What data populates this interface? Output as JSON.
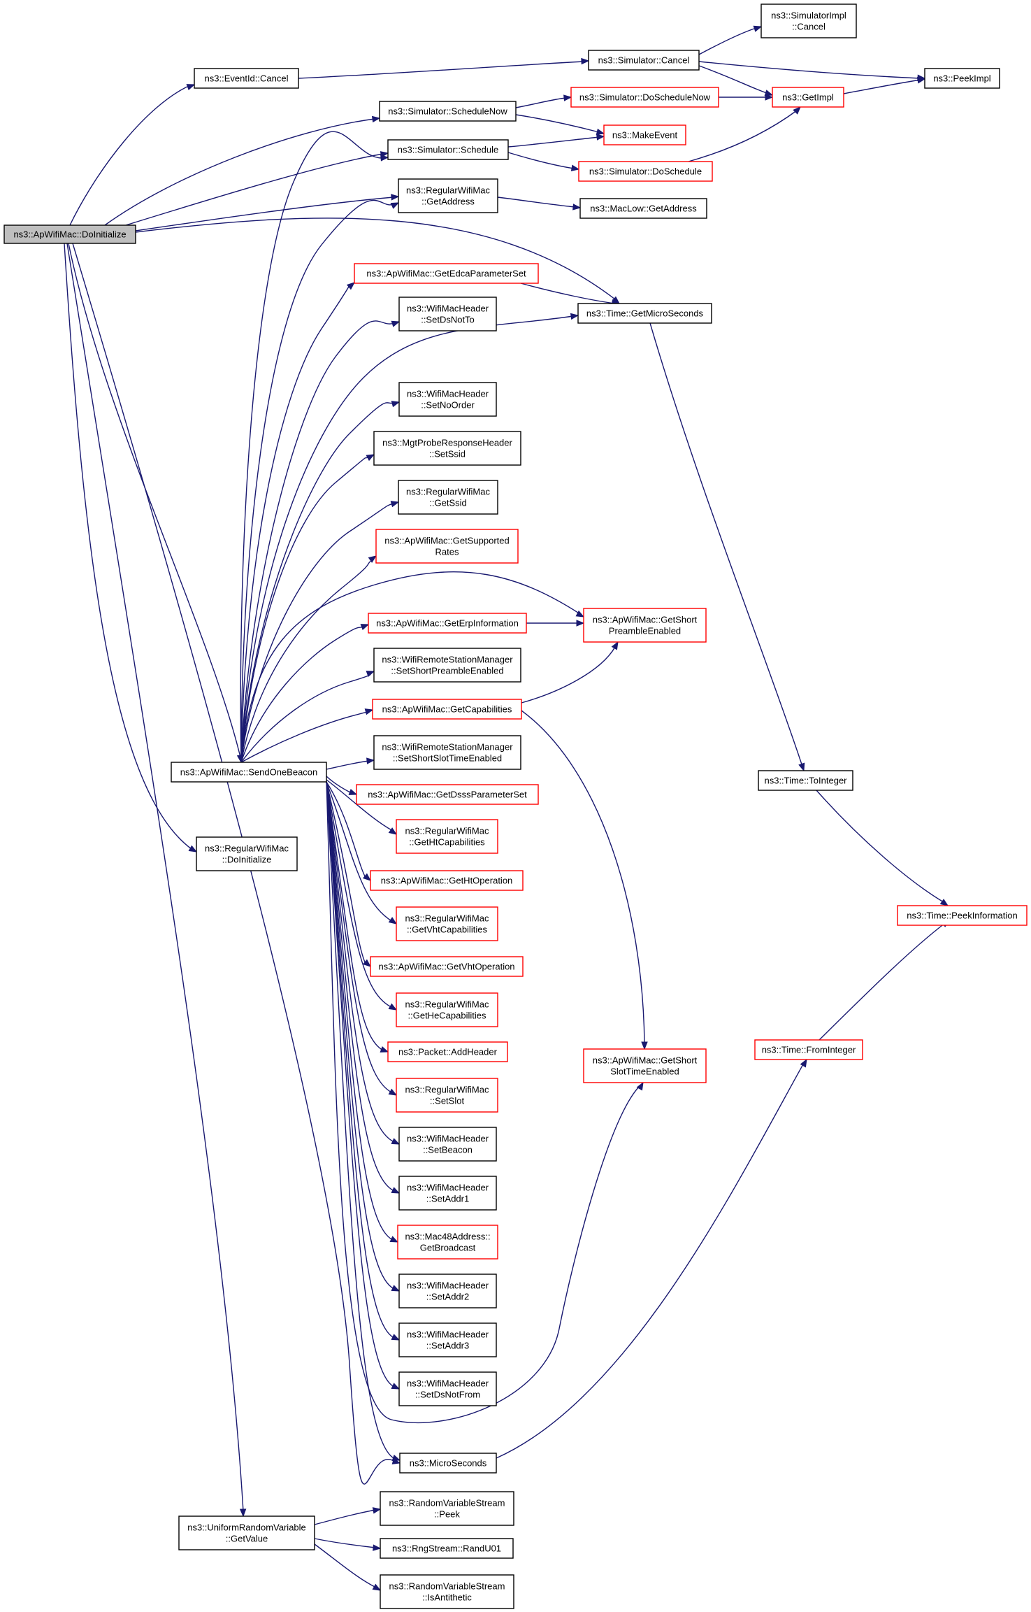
{
  "nodes": {
    "root": {
      "lines": [
        "ns3::ApWifiMac::DoInitialize"
      ],
      "style": "root"
    },
    "eventid_cancel": {
      "lines": [
        "ns3::EventId::Cancel"
      ],
      "style": "black"
    },
    "sim_schedulenow": {
      "lines": [
        "ns3::Simulator::ScheduleNow"
      ],
      "style": "black"
    },
    "sim_schedule": {
      "lines": [
        "ns3::Simulator::Schedule"
      ],
      "style": "black"
    },
    "rwm_getaddress": {
      "lines": [
        "ns3::RegularWifiMac",
        "::GetAddress"
      ],
      "style": "black"
    },
    "sendonebeacon": {
      "lines": [
        "ns3::ApWifiMac::SendOneBeacon"
      ],
      "style": "black"
    },
    "rwm_doinitialize": {
      "lines": [
        "ns3::RegularWifiMac",
        "::DoInitialize"
      ],
      "style": "black"
    },
    "urv_getvalue": {
      "lines": [
        "ns3::UniformRandomVariable",
        "::GetValue"
      ],
      "style": "black"
    },
    "sim_cancel": {
      "lines": [
        "ns3::Simulator::Cancel"
      ],
      "style": "black"
    },
    "simimpl_cancel": {
      "lines": [
        "ns3::SimulatorImpl",
        "::Cancel"
      ],
      "style": "black"
    },
    "peekimpl": {
      "lines": [
        "ns3::PeekImpl"
      ],
      "style": "black"
    },
    "getimpl": {
      "lines": [
        "ns3::GetImpl"
      ],
      "style": "red"
    },
    "sim_doschedulenow": {
      "lines": [
        "ns3::Simulator::DoScheduleNow"
      ],
      "style": "red"
    },
    "makeevent": {
      "lines": [
        "ns3::MakeEvent"
      ],
      "style": "red"
    },
    "sim_doschedule": {
      "lines": [
        "ns3::Simulator::DoSchedule"
      ],
      "style": "red"
    },
    "maclow_getaddress": {
      "lines": [
        "ns3::MacLow::GetAddress"
      ],
      "style": "black"
    },
    "time_getmicroseconds": {
      "lines": [
        "ns3::Time::GetMicroSeconds"
      ],
      "style": "black"
    },
    "apwm_getedca": {
      "lines": [
        "ns3::ApWifiMac::GetEdcaParameterSet"
      ],
      "style": "red"
    },
    "wmh_setdsnotto": {
      "lines": [
        "ns3::WifiMacHeader",
        "::SetDsNotTo"
      ],
      "style": "black"
    },
    "wmh_setnoorder": {
      "lines": [
        "ns3::WifiMacHeader",
        "::SetNoOrder"
      ],
      "style": "black"
    },
    "mprh_setssid": {
      "lines": [
        "ns3::MgtProbeResponseHeader",
        "::SetSsid"
      ],
      "style": "black"
    },
    "rwm_getssid": {
      "lines": [
        "ns3::RegularWifiMac",
        "::GetSsid"
      ],
      "style": "black"
    },
    "apwm_getsupportedrates": {
      "lines": [
        "ns3::ApWifiMac::GetSupported",
        "Rates"
      ],
      "style": "red"
    },
    "apwm_geterpinfo": {
      "lines": [
        "ns3::ApWifiMac::GetErpInformation"
      ],
      "style": "red"
    },
    "apwm_getshortpreamble": {
      "lines": [
        "ns3::ApWifiMac::GetShort",
        "PreambleEnabled"
      ],
      "style": "red"
    },
    "wrsm_setshortpreamble": {
      "lines": [
        "ns3::WifiRemoteStationManager",
        "::SetShortPreambleEnabled"
      ],
      "style": "black"
    },
    "apwm_getcapabilities": {
      "lines": [
        "ns3::ApWifiMac::GetCapabilities"
      ],
      "style": "red"
    },
    "wrsm_setshortslot": {
      "lines": [
        "ns3::WifiRemoteStationManager",
        "::SetShortSlotTimeEnabled"
      ],
      "style": "black"
    },
    "apwm_getdsss": {
      "lines": [
        "ns3::ApWifiMac::GetDsssParameterSet"
      ],
      "style": "red"
    },
    "rwm_gethtcap": {
      "lines": [
        "ns3::RegularWifiMac",
        "::GetHtCapabilities"
      ],
      "style": "red"
    },
    "apwm_gethtop": {
      "lines": [
        "ns3::ApWifiMac::GetHtOperation"
      ],
      "style": "red"
    },
    "rwm_getvhtcap": {
      "lines": [
        "ns3::RegularWifiMac",
        "::GetVhtCapabilities"
      ],
      "style": "red"
    },
    "apwm_getvhtop": {
      "lines": [
        "ns3::ApWifiMac::GetVhtOperation"
      ],
      "style": "red"
    },
    "rwm_gethecap": {
      "lines": [
        "ns3::RegularWifiMac",
        "::GetHeCapabilities"
      ],
      "style": "red"
    },
    "packet_addheader": {
      "lines": [
        "ns3::Packet::AddHeader"
      ],
      "style": "red"
    },
    "rwm_setslot": {
      "lines": [
        "ns3::RegularWifiMac",
        "::SetSlot"
      ],
      "style": "red"
    },
    "wmh_setbeacon": {
      "lines": [
        "ns3::WifiMacHeader",
        "::SetBeacon"
      ],
      "style": "black"
    },
    "wmh_setaddr1": {
      "lines": [
        "ns3::WifiMacHeader",
        "::SetAddr1"
      ],
      "style": "black"
    },
    "mac48_getbroadcast": {
      "lines": [
        "ns3::Mac48Address::",
        "GetBroadcast"
      ],
      "style": "red"
    },
    "wmh_setaddr2": {
      "lines": [
        "ns3::WifiMacHeader",
        "::SetAddr2"
      ],
      "style": "black"
    },
    "wmh_setaddr3": {
      "lines": [
        "ns3::WifiMacHeader",
        "::SetAddr3"
      ],
      "style": "black"
    },
    "wmh_setdsnotfrom": {
      "lines": [
        "ns3::WifiMacHeader",
        "::SetDsNotFrom"
      ],
      "style": "black"
    },
    "microseconds": {
      "lines": [
        "ns3::MicroSeconds"
      ],
      "style": "black"
    },
    "apwm_getshortslot": {
      "lines": [
        "ns3::ApWifiMac::GetShort",
        "SlotTimeEnabled"
      ],
      "style": "red"
    },
    "time_tointeger": {
      "lines": [
        "ns3::Time::ToInteger"
      ],
      "style": "black"
    },
    "time_peekinfo": {
      "lines": [
        "ns3::Time::PeekInformation"
      ],
      "style": "red"
    },
    "time_frominteger": {
      "lines": [
        "ns3::Time::FromInteger"
      ],
      "style": "red"
    },
    "rvs_peek": {
      "lines": [
        "ns3::RandomVariableStream",
        "::Peek"
      ],
      "style": "black"
    },
    "rngstream_randu01": {
      "lines": [
        "ns3::RngStream::RandU01"
      ],
      "style": "black"
    },
    "rvs_isantithetic": {
      "lines": [
        "ns3::RandomVariableStream",
        "::IsAntithetic"
      ],
      "style": "black"
    }
  },
  "edge_color": "#191970",
  "highlight_color": "#ff0000",
  "root_fill": "#bfbfbf"
}
